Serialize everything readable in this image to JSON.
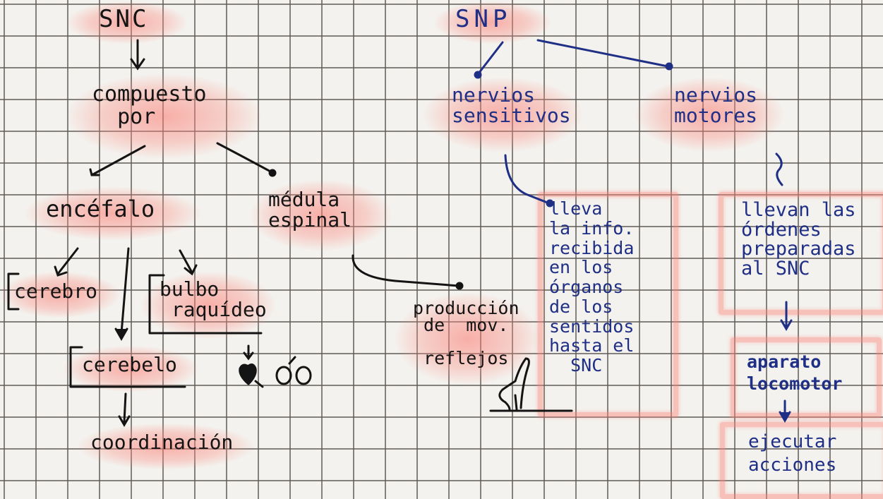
{
  "colors": {
    "paper": "#f4f2ee",
    "grid": "#5f5a55",
    "black_ink": "#141414",
    "blue_ink": "#1f2f86",
    "highlight": "#f87868"
  },
  "snc": {
    "root": "SNC",
    "compuesto": "compuesto\n  por",
    "encefalo": "encéfalo",
    "medula": "médula\nespinal",
    "cerebro": "cerebro",
    "bulbo": "bulbo\n raquídeo",
    "cerebelo": "cerebelo",
    "coordinacion": "coordinación",
    "produccion": "producción\n de  mov.\n\n reflejos"
  },
  "snp": {
    "root": "SNP",
    "sensitivos": "nervios\nsensitivos",
    "motores": "nervios\nmotores",
    "lleva": "lleva\nla info.\nrecibida\nen los\nórganos\nde los\nsentidos\nhasta el\n  SNC",
    "llevan": "llevan las\nórdenes\npreparadas\nal SNC",
    "aparato": "aparato\nlocomotor",
    "ejecutar": "ejecutar\nacciones"
  }
}
